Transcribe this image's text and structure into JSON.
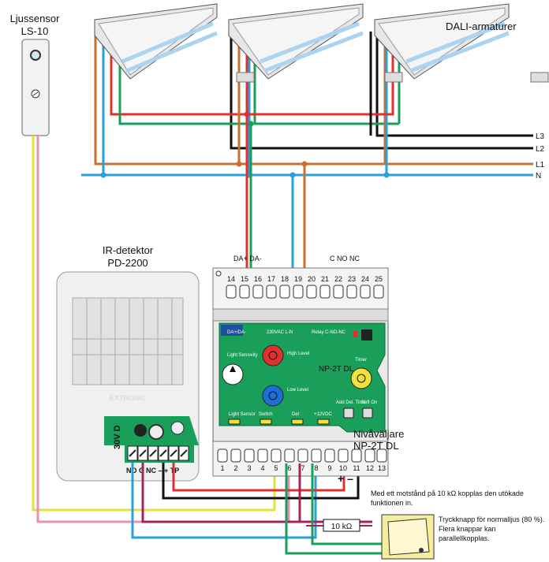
{
  "light_sensor": {
    "title": "Ljussensor",
    "model": "LS-10"
  },
  "luminaires": {
    "title": "DALI-armaturer"
  },
  "supply_lines": {
    "l3": "L3",
    "l2": "L2",
    "l1": "L1",
    "n": "N"
  },
  "ir_detector": {
    "title": "IR-detektor",
    "model": "PD-2200",
    "brand": "EXTRONIC",
    "rating": "30V D",
    "terminals": "NO C NC  –  + TP"
  },
  "controller": {
    "title": "Nivåväljare",
    "model": "NP-2T DL",
    "board_model": "NP-2T DL",
    "top_terminals": [
      "14",
      "15",
      "16",
      "17",
      "18",
      "19",
      "20",
      "21",
      "22",
      "23",
      "24",
      "25"
    ],
    "top_labels": {
      "dali": "DA+ DA-",
      "relay": "C  NO NC"
    },
    "bottom_terminals": [
      "1",
      "2",
      "3",
      "4",
      "5",
      "6",
      "7",
      "8",
      "9",
      "10",
      "11",
      "12",
      "13"
    ],
    "polarity": "+ –",
    "knobs": {
      "light_sensivity": "Light Sensivity",
      "high_level": "High Level",
      "low_level": "Low Level",
      "timer": "Timer"
    },
    "board_labels": {
      "dali": "DA+/DA-",
      "supply": "230VAC L-N",
      "relay": "Relay C-NO-NC",
      "sensor": "Light Sensor",
      "switch": "Switch",
      "del": "Del",
      "v12": "+12VDC",
      "add": "Add Del. Time",
      "soft": "Soft On"
    }
  },
  "resistor": {
    "value": "10 kΩ",
    "note": "Med ett motstånd på 10 kΩ kopplas den utökade funktionen in."
  },
  "push_button": {
    "note": "Tryckknapp för normalljus (80 %). Flera knappar kan parallellkopplas."
  },
  "colors": {
    "red": "#e0312f",
    "blue": "#2a9fd8",
    "green": "#1a9f5a",
    "brown": "#c9702f",
    "black": "#111111",
    "yellow": "#e3e23a",
    "pink": "#e891b8",
    "violet": "#a3245a"
  }
}
